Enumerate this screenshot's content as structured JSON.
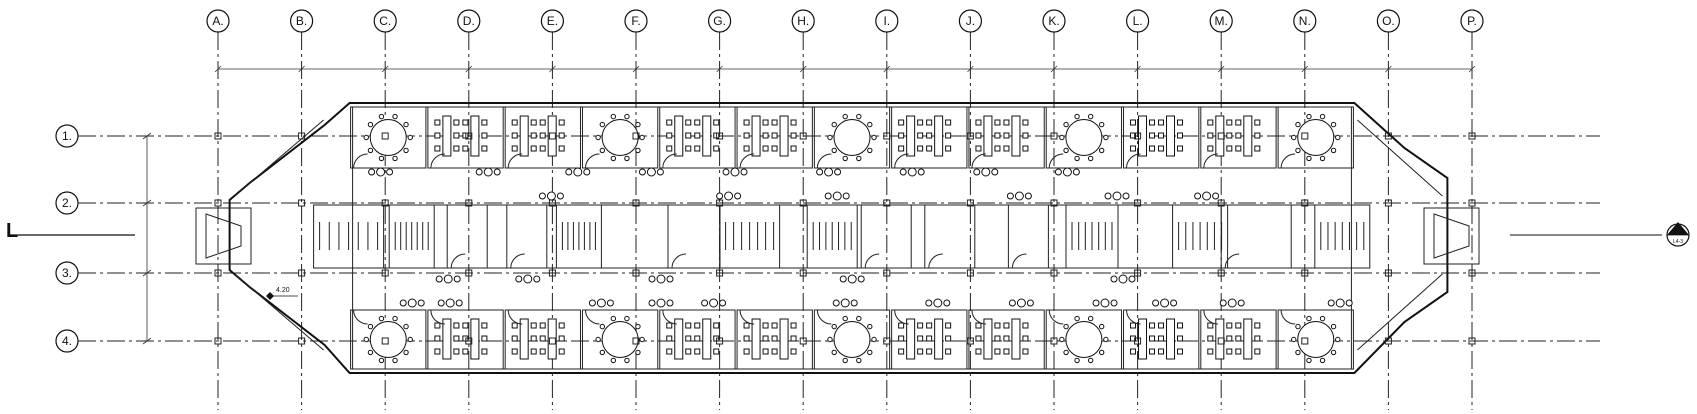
{
  "grid": {
    "columns": [
      "A.",
      "B.",
      "C.",
      "D.",
      "E.",
      "F.",
      "G.",
      "H.",
      "I.",
      "J.",
      "K.",
      "L.",
      "M.",
      "N.",
      "O.",
      "P."
    ],
    "rows": [
      "1.",
      "2.",
      "3.",
      "4."
    ]
  },
  "side_label": "L",
  "level_tag": "4.20",
  "section_marker": "L4-3"
}
